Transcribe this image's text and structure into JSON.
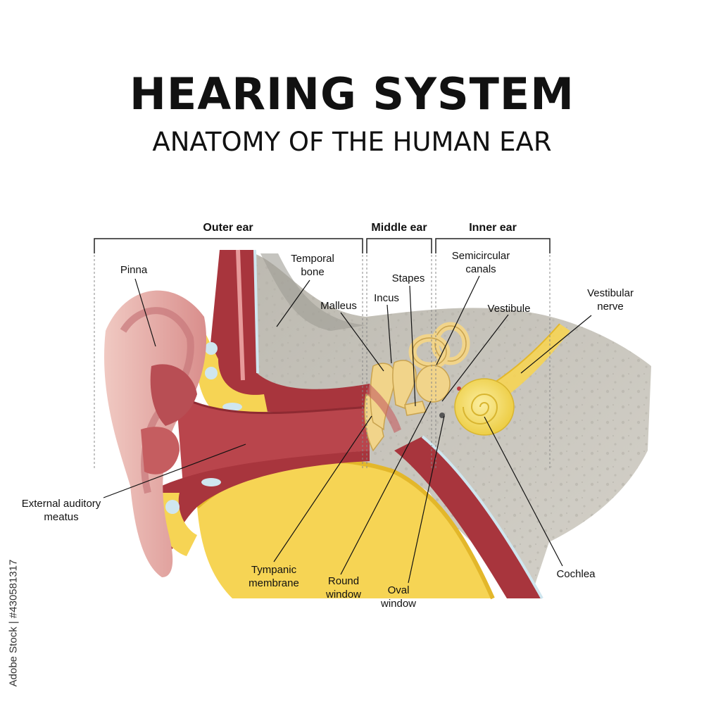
{
  "title": "HEARING SYSTEM",
  "subtitle": "ANATOMY OF THE HUMAN EAR",
  "sections": {
    "outer": "Outer ear",
    "middle": "Middle ear",
    "inner": "Inner ear"
  },
  "labels": {
    "pinna": "Pinna",
    "temporal_bone": "Temporal\nbone",
    "malleus": "Malleus",
    "incus": "Incus",
    "stapes": "Stapes",
    "semicircular_canals": "Semicircular\ncanals",
    "vestibule": "Vestibule",
    "vestibular_nerve": "Vestibular\nnerve",
    "external_auditory_meatus": "External auditory\nmeatus",
    "tympanic_membrane": "Tympanic\nmembrane",
    "round_window": "Round\nwindow",
    "oval_window": "Oval\nwindow",
    "cochlea": "Cochlea"
  },
  "stock_id": "Adobe Stock | #430581317",
  "colors": {
    "bone": "#c9c6bd",
    "bone_dark": "#a9a69d",
    "skin": "#e8b5ad",
    "skin_dark": "#b2545a",
    "muscle": "#a8353d",
    "fat": "#f4cf45",
    "ossicle": "#f1d48a",
    "cochlea": "#f7de63",
    "fluid": "#cfe6ef"
  }
}
